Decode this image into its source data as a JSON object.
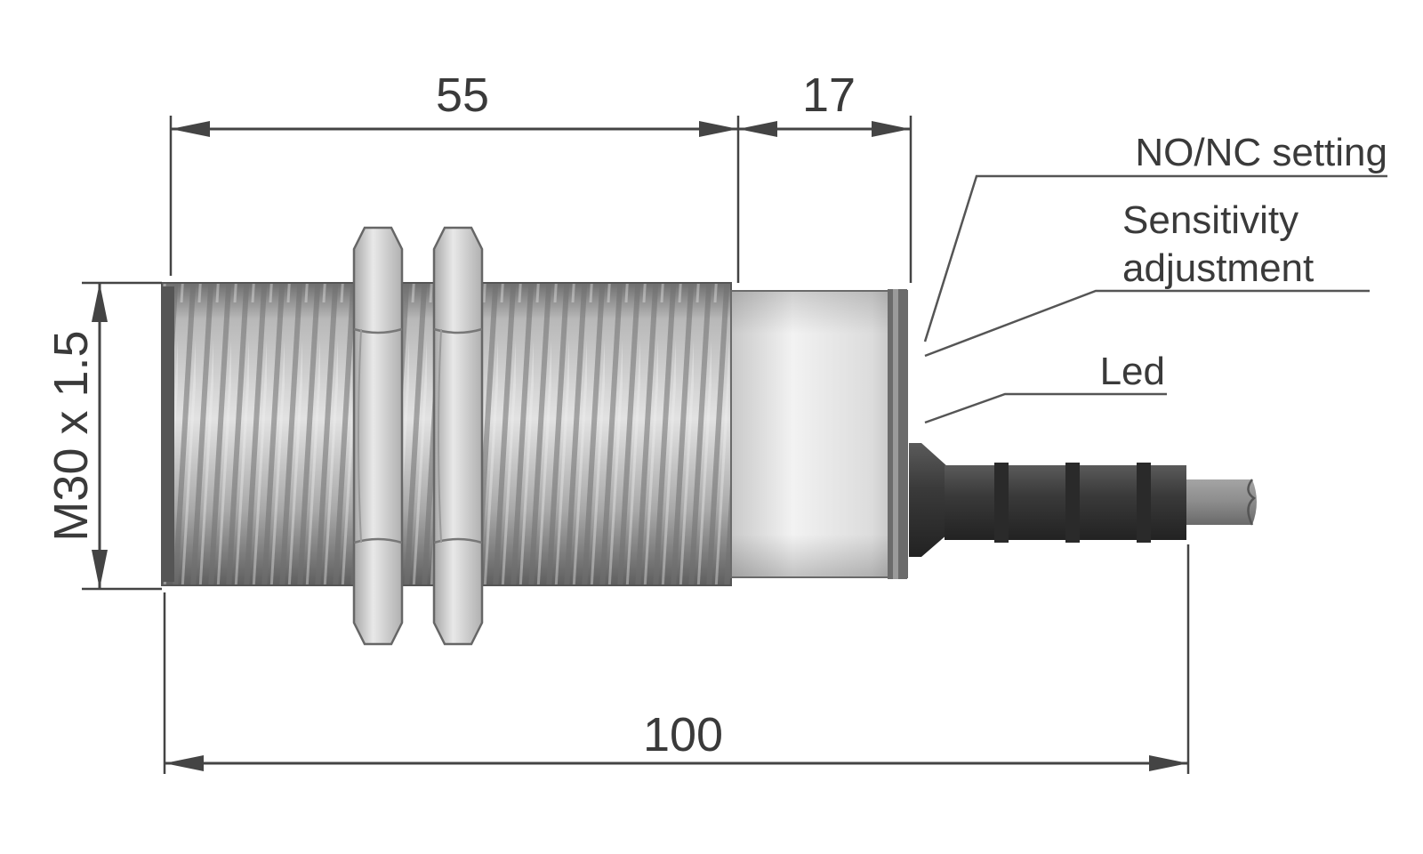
{
  "dimensions": {
    "thread_length": "55",
    "head_length": "17",
    "total_length": "100",
    "thread_spec": "M30 x 1.5"
  },
  "callouts": {
    "no_nc": "NO/NC setting",
    "sensitivity_line1": "Sensitivity",
    "sensitivity_line2": "adjustment",
    "led": "Led"
  },
  "colors": {
    "line": "#444444",
    "thread_light": "#d4d4d4",
    "thread_dark": "#8a8a8a",
    "nut_fill": "#d8d8d8",
    "head_fill": "#e6e6e6",
    "cable": "#3a3a3a",
    "cable_end": "#8c8c8c"
  }
}
